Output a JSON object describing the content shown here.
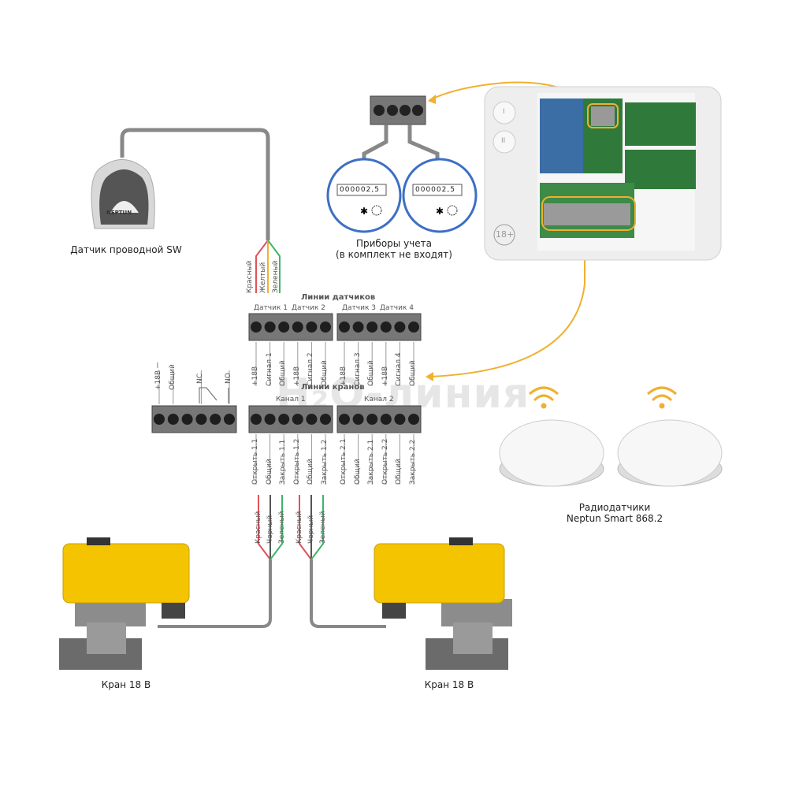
{
  "sensor_sw": {
    "label": "Датчик проводной SW",
    "brand": "NEPTUN"
  },
  "sensor_wires": [
    "Красный",
    "Желтый",
    "Зеленый"
  ],
  "sensor_lines": {
    "title": "Линии датчиков",
    "groups": [
      "Датчик 1",
      "Датчик 2",
      "Датчик 3",
      "Датчик 4"
    ],
    "terminals": [
      "+18В",
      "Сигнал 1",
      "Общий",
      "+18В",
      "Сигнал 2",
      "Общий",
      "+18В",
      "Сигнал 3",
      "Общий",
      "+18В",
      "Сигнал 4",
      "Общий"
    ]
  },
  "relay": {
    "terminals": [
      "+18В ⎓",
      "Общий",
      "NC",
      "NO"
    ]
  },
  "valve_lines": {
    "title": "Линии кранов",
    "groups": [
      "Канал 1",
      "Канал 2"
    ],
    "terminals": [
      "Открыть 1.1",
      "Общий",
      "Закрыть 1.1",
      "Открыть 1.2",
      "Общий",
      "Закрыть 1.2",
      "Открыть 2.1",
      "Общий",
      "Закрыть 2.1",
      "Открыть 2.2",
      "Общий",
      "Закрыть 2.2"
    ]
  },
  "valve_wires": [
    "Красный",
    "Черный",
    "Зеленый",
    "Красный",
    "Черный",
    "Зеленый"
  ],
  "meters": {
    "label_line1": "Приборы учета",
    "label_line2": "(в комплект не входят)",
    "reading": "000002,5"
  },
  "controller": {
    "buttons": [
      "I",
      "II"
    ],
    "age_badge": "18+"
  },
  "radio_sensors": {
    "label_line1": "Радиодатчики",
    "label_line2": "Neptun Smart 868.2"
  },
  "valves": [
    {
      "label": "Кран 18 В"
    },
    {
      "label": "Кран 18 В"
    }
  ],
  "watermark": "H₂O-линия",
  "colors": {
    "accent_orange": "#f0b030",
    "valve_yellow": "#f5c400",
    "wire_red": "#e0525a",
    "wire_yellow": "#f0b030",
    "wire_green": "#3fb56a",
    "meter_blue": "#3d6fc4"
  }
}
